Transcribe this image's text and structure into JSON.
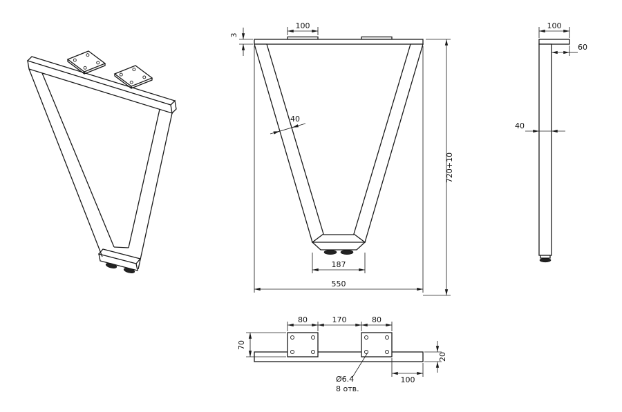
{
  "drawing": {
    "front_view": {
      "plate_thickness": "3",
      "plate_width": "100",
      "profile_width": "40",
      "height": "720+10",
      "foot_width": "187",
      "overall_width": "550"
    },
    "side_view": {
      "top_depth": "100",
      "overhang": "60",
      "profile_depth": "40"
    },
    "plan_view": {
      "left_plate_width": "80",
      "plate_spacing": "170",
      "right_plate_width": "80",
      "plate_depth": "70",
      "hole_diameter": "Ø6.4",
      "hole_count": "8 отв.",
      "end_distance": "100",
      "bar_height": "20"
    }
  }
}
